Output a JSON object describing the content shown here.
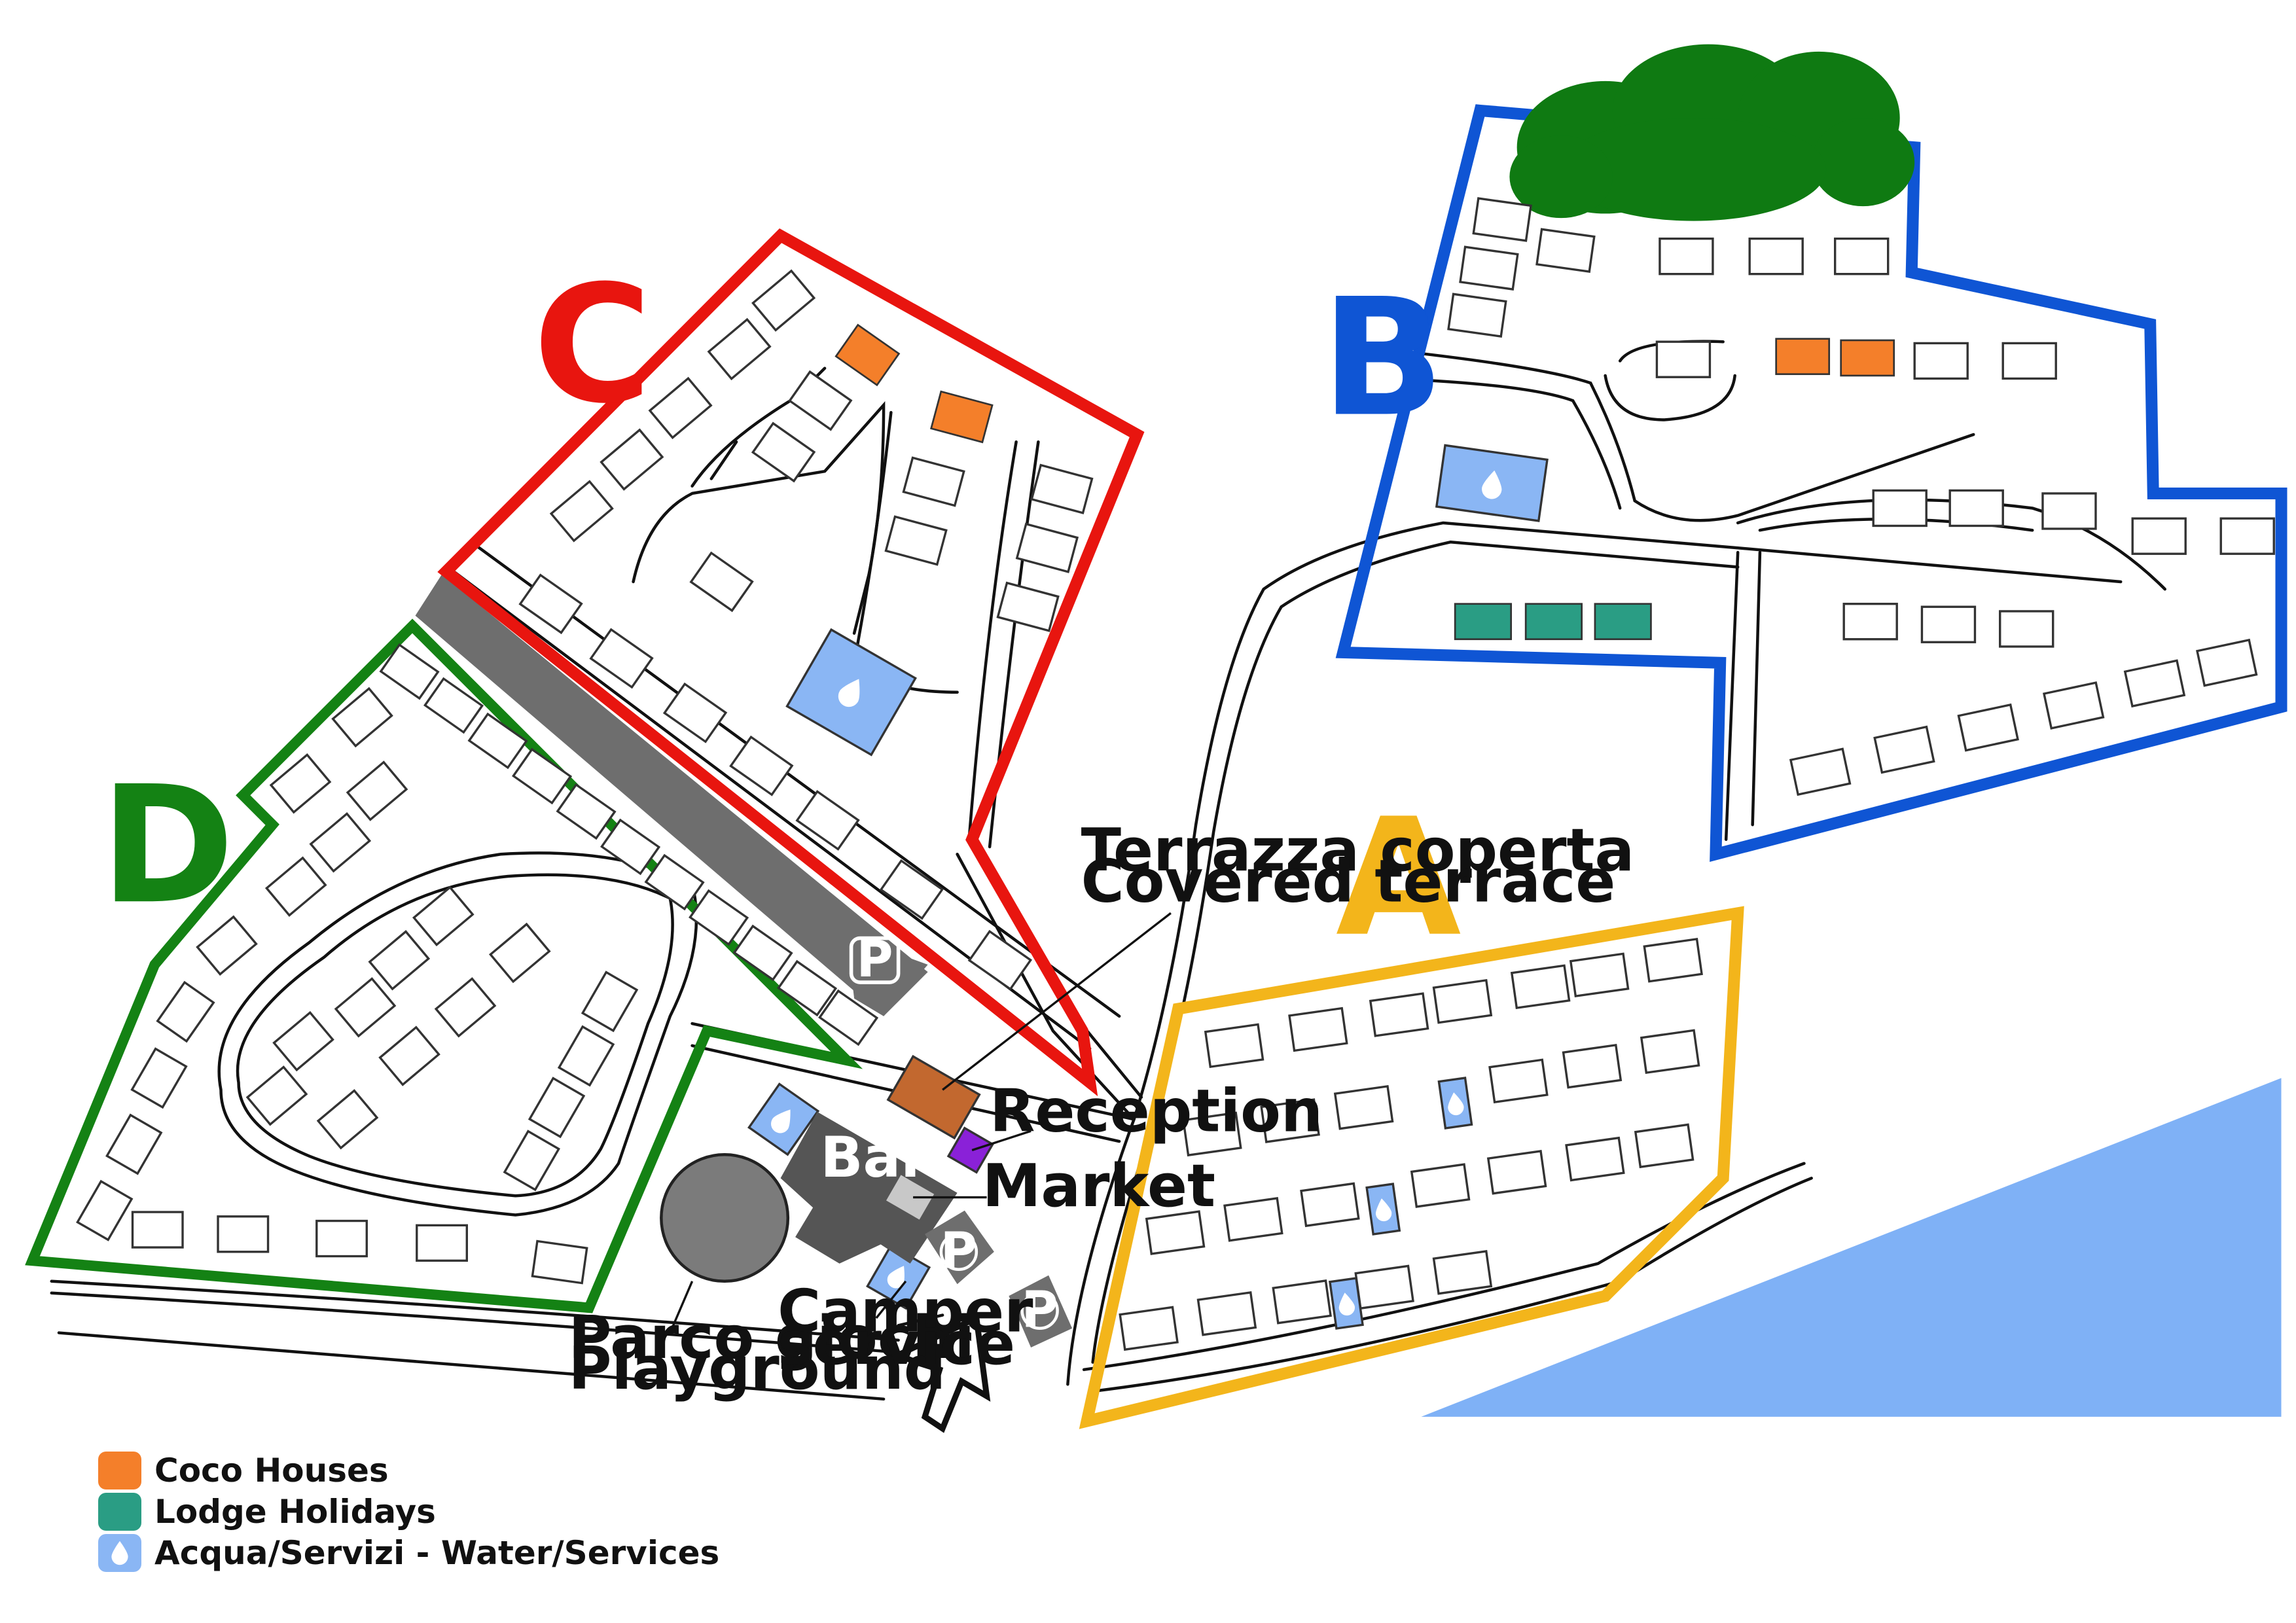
{
  "zones": {
    "a": {
      "letter": "A",
      "color": "#f3b51b"
    },
    "b": {
      "letter": "B",
      "color": "#0f55d4"
    },
    "c": {
      "letter": "C",
      "color": "#e8150f"
    },
    "d": {
      "letter": "D",
      "color": "#148214"
    }
  },
  "labels": {
    "covered_terrace_it": "Terrazza coperta",
    "covered_terrace_en": "Covered terrace",
    "reception": "Reception",
    "market": "Market",
    "bar": "Bar",
    "playground_it": "Parco giochi",
    "playground_en": "Playground",
    "camper_1": "Camper",
    "camper_2": "service",
    "parking": "P"
  },
  "legend": [
    {
      "label": "Coco Houses",
      "color": "#f47f2a",
      "icon": "coco-house-swatch"
    },
    {
      "label": "Lodge Holidays",
      "color": "#2a9d84",
      "icon": "lodge-swatch"
    },
    {
      "label": "Acqua/Servizi - Water/Services",
      "color": "#8ab6f4",
      "icon": "water-drop-icon"
    }
  ],
  "colors": {
    "sea": "#7fb1f6",
    "trees": "#0f7a12",
    "road_dark": "#6e6e6e",
    "terrace": "#c2682f",
    "reception": "#8a21d8",
    "bar": "#555555",
    "market": "#c8c8c8",
    "playground": "#7b7b7b",
    "water_services": "#8ab6f4",
    "coco_houses": "#f47f2a",
    "lodges": "#2a9d84"
  }
}
